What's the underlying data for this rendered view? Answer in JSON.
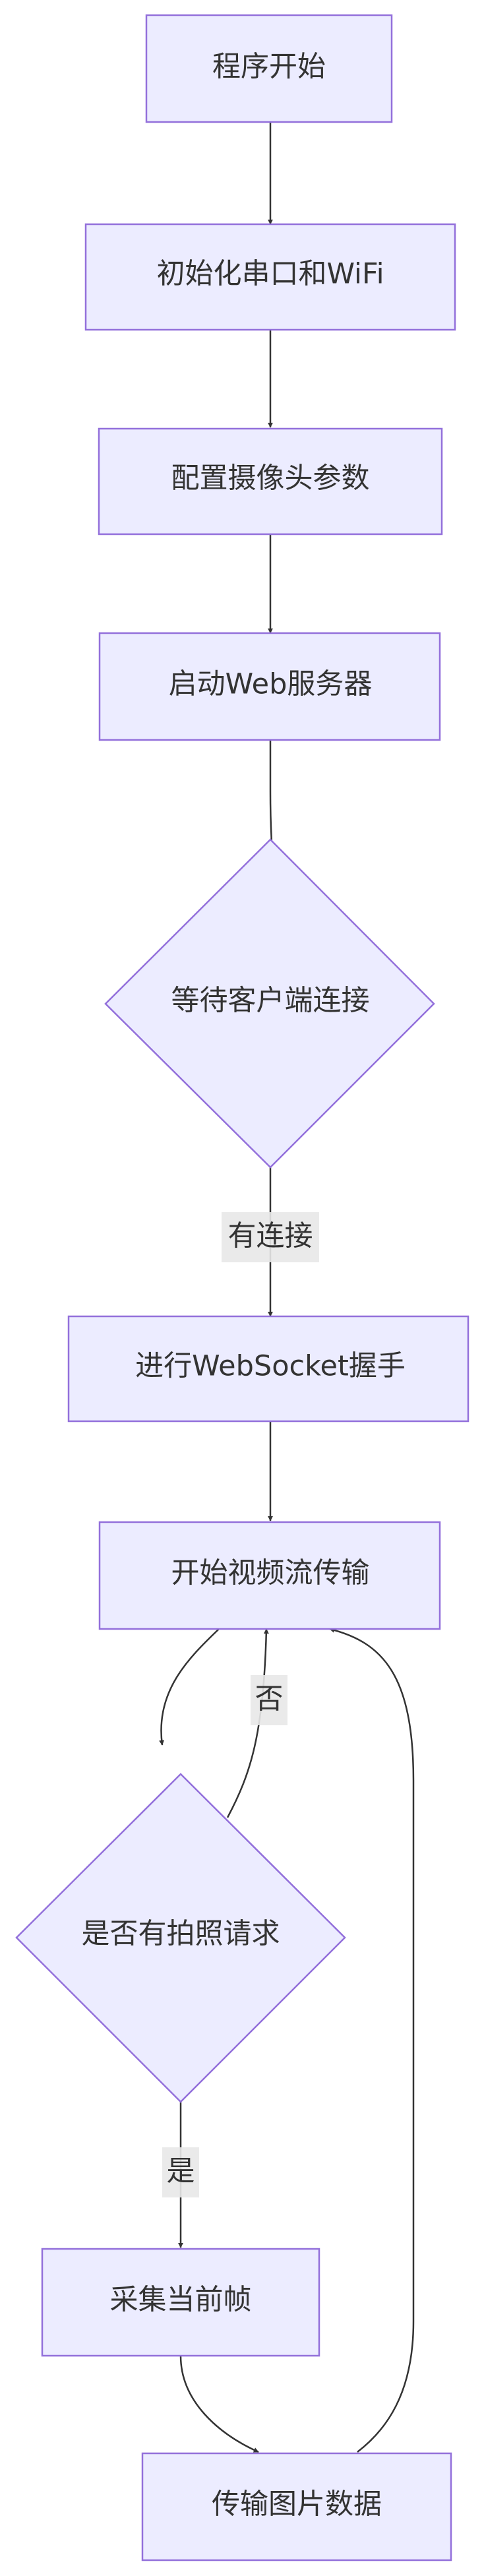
{
  "nodes": {
    "start": "程序开始",
    "init": "初始化串口和WiFi",
    "config_camera": "配置摄像头参数",
    "start_web": "启动Web服务器",
    "wait_client": "等待客户端连接",
    "handshake": "进行WebSocket握手",
    "stream": "开始视频流传输",
    "photo_request": "是否有拍照请求",
    "capture": "采集当前帧",
    "transmit": "传输图片数据"
  },
  "edge_labels": {
    "connected": "有连接",
    "no": "否",
    "yes": "是"
  },
  "colors": {
    "node_fill": "#ececff",
    "node_stroke": "#9370db",
    "edge": "#333333",
    "text": "#333333",
    "edge_label_bg": "#e8e8e8"
  }
}
